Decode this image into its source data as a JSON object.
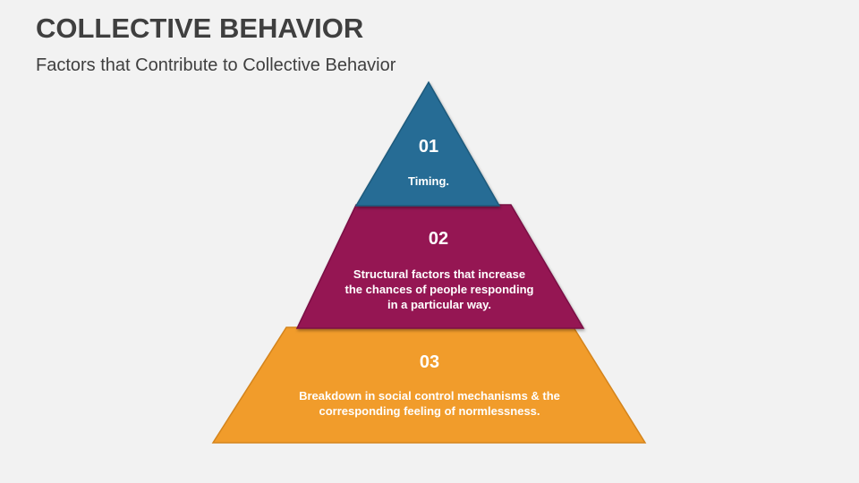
{
  "header": {
    "title": "COLLECTIVE BEHAVIOR",
    "subtitle": "Factors that Contribute to Collective Behavior"
  },
  "pyramid": {
    "levels": [
      {
        "number": "01",
        "text": "Timing.",
        "color": "#276c95"
      },
      {
        "number": "02",
        "text": "Structural factors that increase the chances of people responding in a particular way.",
        "lines": [
          "Structural factors that increase",
          "the chances of people responding",
          "in a particular way."
        ],
        "color": "#951653"
      },
      {
        "number": "03",
        "text": "Breakdown in social control mechanisms & the corresponding feeling of normlessness.",
        "lines": [
          "Breakdown in social control mechanisms & the",
          "corresponding feeling of normlessness."
        ],
        "color": "#f19c2b"
      }
    ]
  }
}
